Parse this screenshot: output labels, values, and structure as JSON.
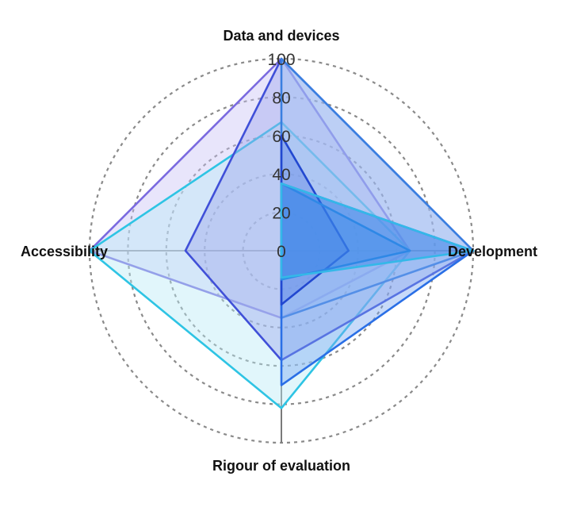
{
  "chart_data": {
    "type": "radar",
    "axes": [
      "Data and devices",
      "Development",
      "Rigour of evaluation",
      "Accessibility"
    ],
    "ticks": [
      0,
      20,
      40,
      60,
      80,
      100
    ],
    "rlim": [
      0,
      100
    ],
    "grid": true,
    "series": [
      {
        "values": [
          100,
          67,
          35,
          100
        ],
        "color": "#7b6be0",
        "fill": "#c9c2f5"
      },
      {
        "values": [
          67,
          67,
          82,
          100
        ],
        "color": "#2ec4e4",
        "fill": "#b8eaf6"
      },
      {
        "values": [
          100,
          100,
          57,
          50
        ],
        "color": "#4050d8",
        "fill": "#9aa5ec"
      },
      {
        "values": [
          100,
          100,
          35,
          0
        ],
        "color": "#3a7fe0",
        "fill": "#9cc0f2"
      },
      {
        "values": [
          35,
          100,
          70,
          0
        ],
        "color": "#2a6fe6",
        "fill": "#7aa8f0"
      },
      {
        "values": [
          60,
          35,
          28,
          0
        ],
        "color": "#2248d0",
        "fill": "#5f86e8"
      },
      {
        "values": [
          35,
          67,
          15,
          0
        ],
        "color": "#2e8fe6",
        "fill": "#4f98ec"
      },
      {
        "values": [
          35,
          100,
          14,
          0
        ],
        "color": "#34b8e8",
        "fill": "#2f7fe6"
      }
    ]
  }
}
